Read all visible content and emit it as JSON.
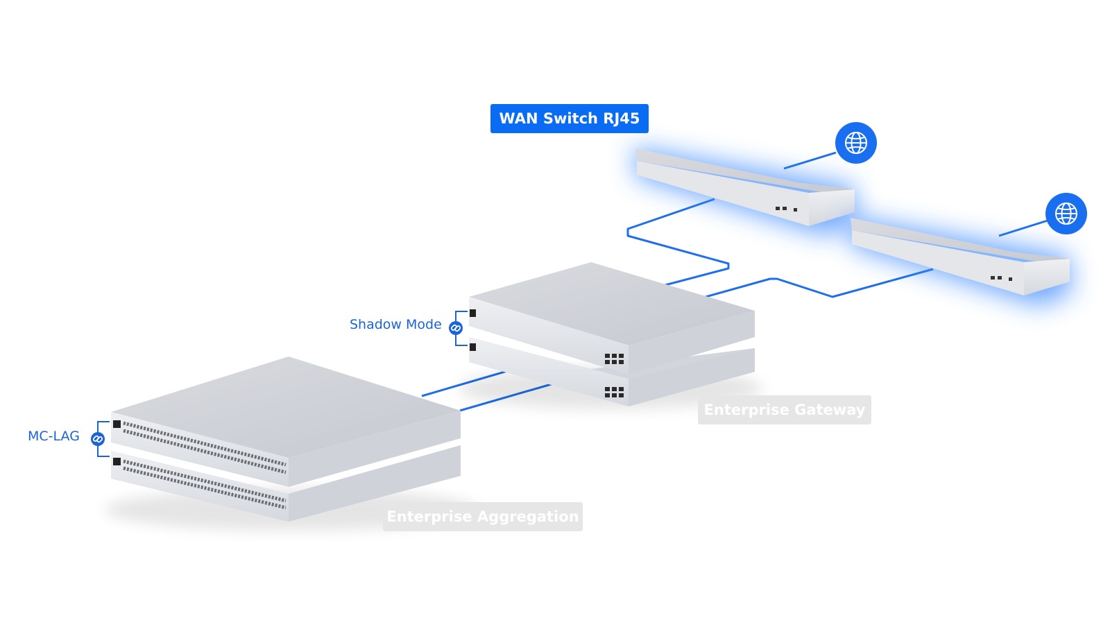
{
  "labels": {
    "wan_switch": "WAN Switch RJ45",
    "shadow_mode": "Shadow Mode",
    "mc_lag": "MC-LAG",
    "enterprise_gateway": "Enterprise Gateway",
    "enterprise_aggregation": "Enterprise Aggregation"
  },
  "colors": {
    "accent_blue": "#0a6cf2",
    "link_blue": "#1a64d6",
    "cable_blue": "#1e6fe8",
    "glow_blue": "#3f8cff",
    "muted_tag": "#e6e6e6",
    "device_gray": "#d7d9de"
  },
  "icons": [
    "globe-icon",
    "link-icon"
  ]
}
